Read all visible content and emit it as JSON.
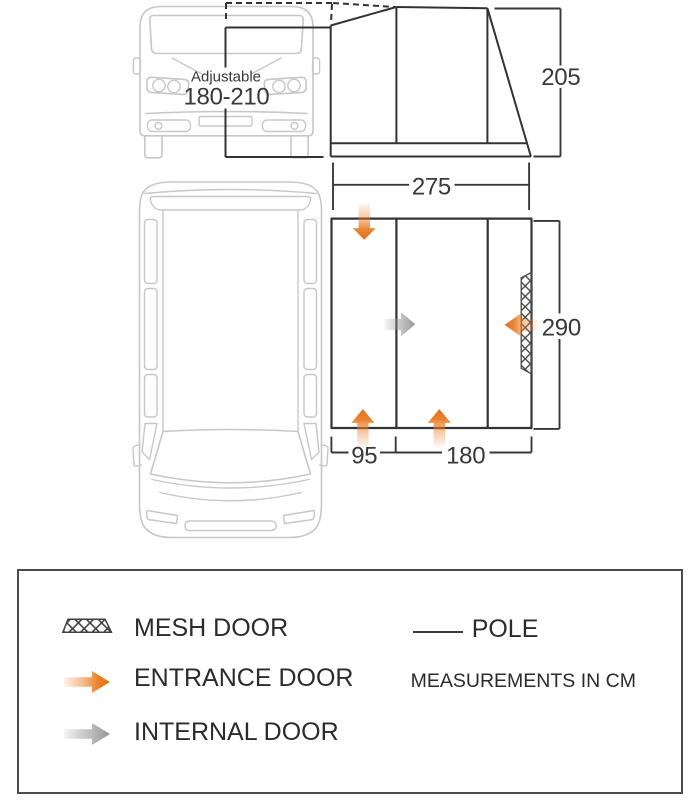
{
  "diagram": {
    "kind": "awning-dimensions-diagram",
    "van_front": {
      "label_line1": "Adjustable",
      "label_line2": "180-210"
    },
    "side_elevation": {
      "height": "205",
      "width": "275"
    },
    "floor_plan": {
      "depth": "290",
      "front_left_section": "95",
      "front_middle_section": "180"
    },
    "units": "CM"
  },
  "legend": {
    "mesh_door_label": "MESH DOOR",
    "entrance_door_label": "ENTRANCE DOOR",
    "internal_door_label": "INTERNAL DOOR",
    "pole_label": "POLE",
    "note": "MEASUREMENTS IN CM"
  },
  "colors": {
    "accent_orange": "#e8791f",
    "internal_grey": "#999999",
    "line_dark": "#333333",
    "van_outline_grey": "#c7c7c7"
  }
}
